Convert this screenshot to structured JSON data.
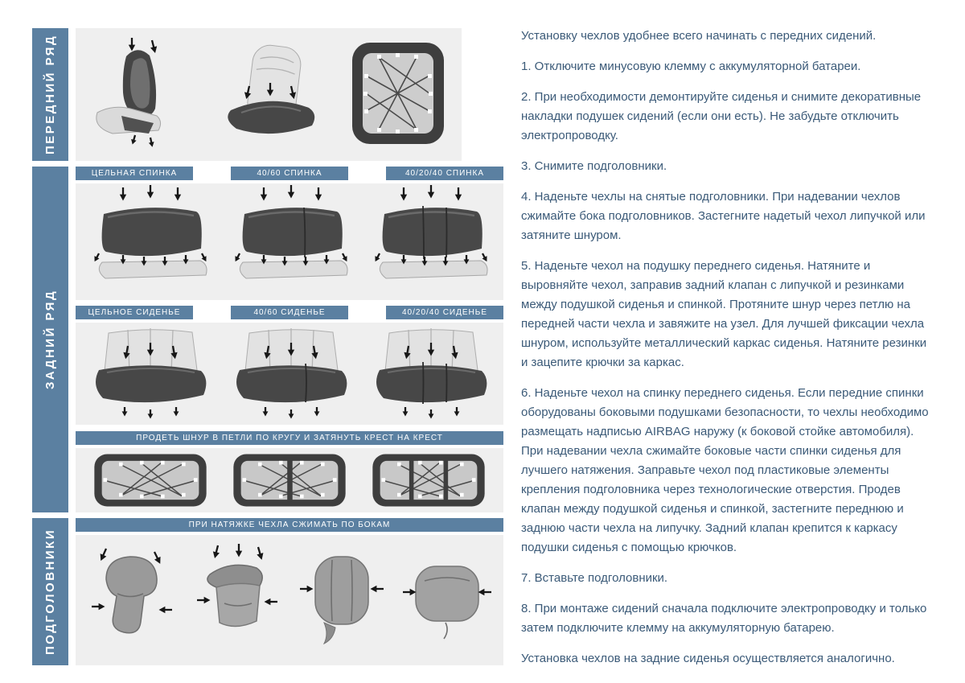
{
  "colors": {
    "accent": "#5b80a1",
    "panel_bg": "#efefef",
    "text": "#3b5a78"
  },
  "sidebar": {
    "sections": [
      {
        "label": "ПЕРЕДНИЙ РЯД"
      },
      {
        "label": "ЗАДНИЙ РЯД"
      },
      {
        "label": "ПОДГОЛОВНИКИ"
      }
    ]
  },
  "rear_row": {
    "back_labels": [
      "ЦЕЛЬНАЯ СПИНКА",
      "40/60 СПИНКА",
      "40/20/40 СПИНКА"
    ],
    "cushion_labels": [
      "ЦЕЛЬНОЕ СИДЕНЬЕ",
      "40/60 СИДЕНЬЕ",
      "40/20/40 СИДЕНЬЕ"
    ],
    "lacing_instruction": "ПРОДЕТЬ ШНУР В ПЕТЛИ ПО КРУГУ И ЗАТЯНУТЬ КРЕСТ НА КРЕСТ"
  },
  "headrests": {
    "instruction": "ПРИ НАТЯЖКЕ ЧЕХЛА СЖИМАТЬ ПО БОКАМ"
  },
  "instructions": {
    "intro": "Установку чехлов удобнее всего начинать с передних сидений.",
    "steps": [
      "1. Отключите минусовую клемму с аккумуляторной батареи.",
      "2. При необходимости демонтируйте сиденья и снимите декоративные накладки подушек сидений (если они есть). Не забудьте отключить электропроводку.",
      "3. Снимите подголовники.",
      "4. Наденьте чехлы на снятые подголовники. При надевании чехлов сжимайте бока подголовников. Застегните надетый чехол липучкой или затяните шнуром.",
      "5. Наденьте чехол на подушку переднего сиденья. Натяните и выровняйте чехол, заправив задний клапан с липучкой и резинками между подушкой сиденья и спинкой. Протяните шнур через петлю на передней части чехла и завяжите на узел. Для лучшей фиксации чехла шнуром, используйте металлический каркас сиденья. Натяните резинки и зацепите крючки за каркас.",
      "6. Наденьте чехол на спинку переднего сиденья. Если передние спинки оборудованы боковыми подушками безопасности, то чехлы необходимо размещать надписью AIRBAG наружу (к боковой стойке автомобиля). При надевании чехла сжимайте боковые части спинки сиденья для лучшего натяжения. Заправьте чехол под пластиковые элементы крепления подголовника через технологические отверстия. Продев клапан между подушкой сиденья и спинкой, застегните переднюю и заднюю части чехла на липучку. Задний клапан крепится к каркасу подушки сиденья с помощью крючков.",
      "7. Вставьте подголовники.",
      "8. При монтаже сидений сначала подключите электропроводку и только затем подключите клемму на аккумуляторную батарею."
    ],
    "outro": "Установка чехлов на задние сиденья осуществляется аналогично."
  }
}
